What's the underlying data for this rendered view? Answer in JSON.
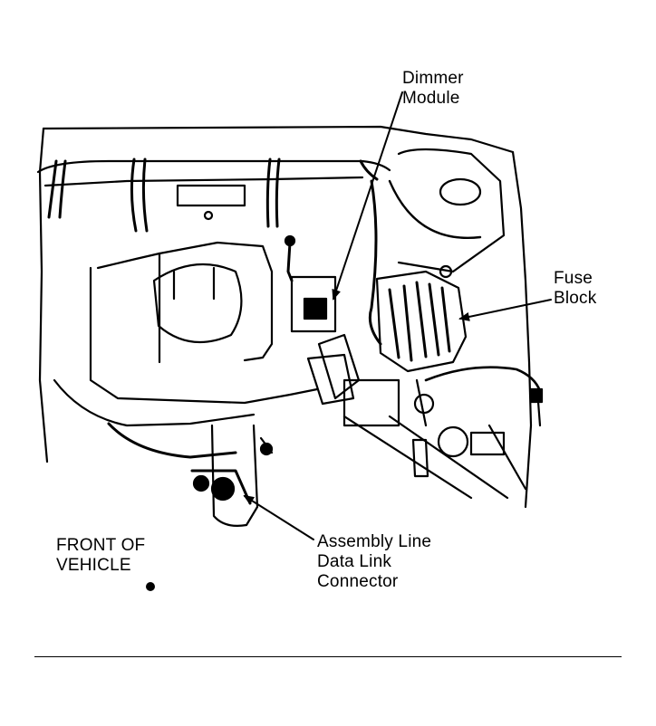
{
  "diagram": {
    "labels": {
      "dimmer_module": [
        "Dimmer",
        "Module"
      ],
      "fuse_block": [
        "Fuse",
        "Block"
      ],
      "front_of_vehicle": [
        "FRONT OF",
        "VEHICLE"
      ],
      "aldl_connector": [
        "Assembly Line",
        "Data Link",
        "Connector"
      ]
    },
    "colors": {
      "ink": "#000000",
      "paper": "#ffffff"
    }
  }
}
